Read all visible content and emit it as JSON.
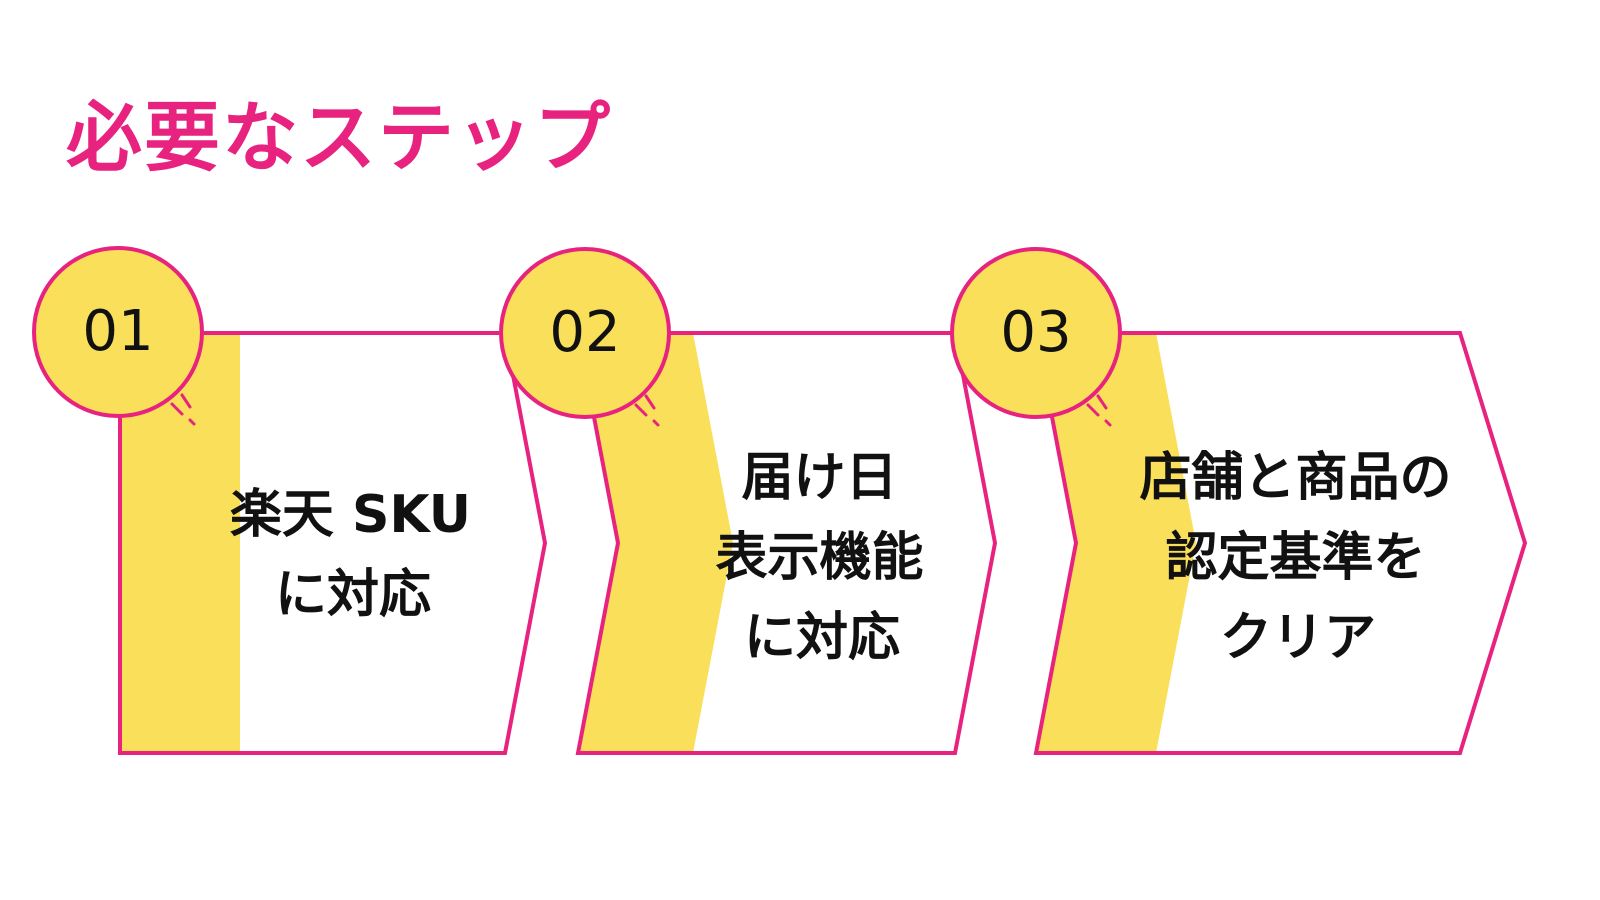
{
  "title": "必要なステップ",
  "colors": {
    "accent": "#e8237f",
    "yellow": "#f9df5a",
    "text": "#111111",
    "background": "#ffffff"
  },
  "steps": [
    {
      "number": "01",
      "lines": [
        "楽天 SKU",
        "に対応"
      ]
    },
    {
      "number": "02",
      "lines": [
        "届け日",
        "表示機能",
        "に対応"
      ]
    },
    {
      "number": "03",
      "lines": [
        "店舗と商品の",
        "認定基準を",
        "クリア"
      ]
    }
  ]
}
